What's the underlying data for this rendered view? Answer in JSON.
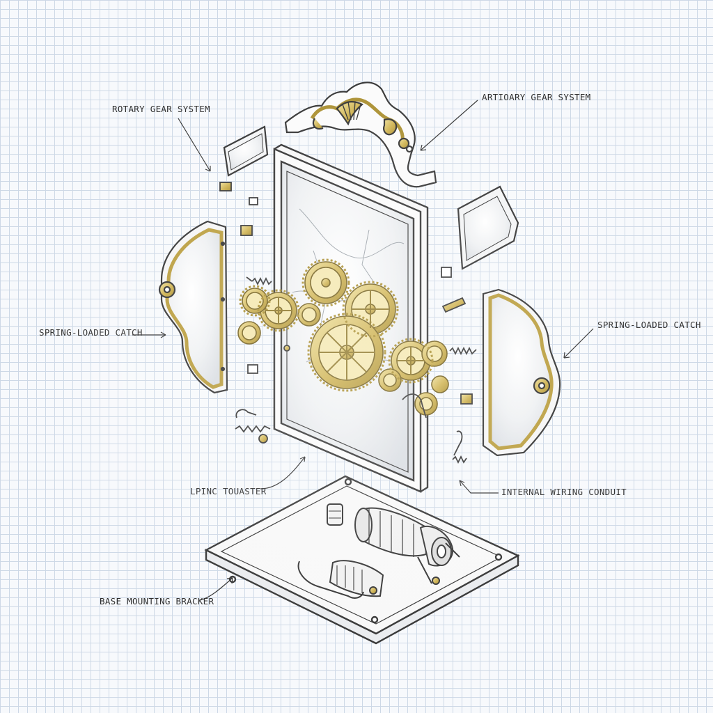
{
  "colors": {
    "ink": "#2f2f2f",
    "brass": "#c9ac45",
    "brass_light": "#e8d689",
    "marble": "#eceeef",
    "grid": "#cdd8e6"
  },
  "callouts": {
    "top_left": "ROTARY GEAR SYSTEM",
    "top_right": "ARTIOARY GEAR SYSTEM",
    "mid_left": "SPRING-LOADED CATCH",
    "mid_right": "SPRING-LOADED CATCH",
    "bottom_center": "LPINC TOUASTER",
    "bottom_right": "INTERNAL WIRING CONDUIT",
    "bottom_left": "BASE MOUNTING BRACKER"
  },
  "components": [
    "ornate-crest",
    "central-mirror-frame",
    "left-side-panel",
    "right-side-panel",
    "gear-train",
    "base-plate",
    "motor-assembly",
    "small-glass-panel-left",
    "small-glass-panel-right"
  ]
}
